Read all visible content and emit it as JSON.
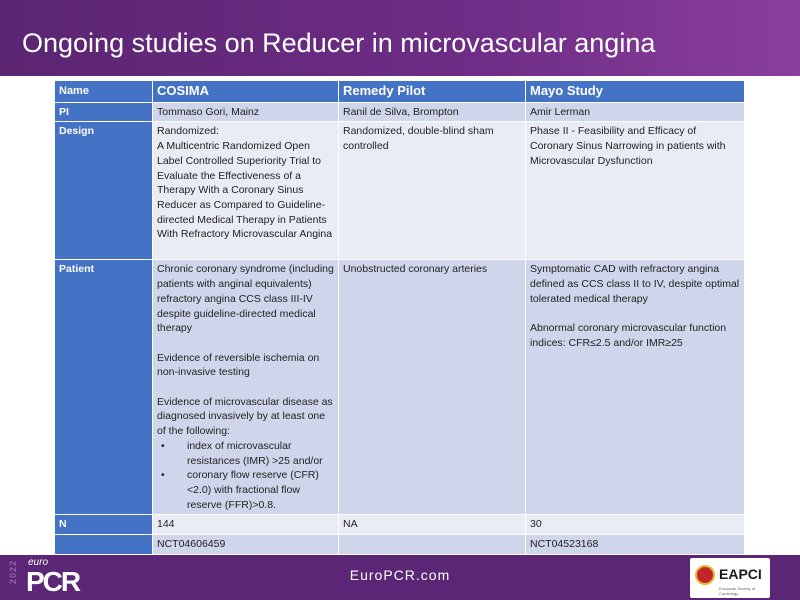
{
  "title": "Ongoing studies on Reducer in microvascular angina",
  "table": {
    "headers": [
      "Name",
      "COSIMA",
      "Remedy Pilot",
      "Mayo Study"
    ],
    "pi": {
      "label": "PI",
      "values": [
        "Tommaso Gori, Mainz",
        "Ranil de Silva, Brompton",
        "Amir Lerman"
      ]
    },
    "design": {
      "label": "Design",
      "cosima_1": "Randomized:",
      "cosima_2": "A Multicentric Randomized Open Label Controlled Superiority Trial to Evaluate the Effectiveness of a Therapy With a Coronary Sinus Reducer as Compared to Guideline-directed Medical Therapy in Patients With Refractory Microvascular Angina",
      "remedy": "Randomized, double-blind sham controlled",
      "mayo": "Phase II - Feasibility and Efficacy of Coronary Sinus Narrowing in patients with Microvascular Dysfunction"
    },
    "patient": {
      "label": "Patient",
      "cosima_1": "Chronic coronary syndrome (including patients with anginal equivalents) refractory angina CCS class III-IV despite guideline-directed medical therapy",
      "cosima_2": "Evidence of reversible ischemia on non-invasive testing",
      "cosima_3": "Evidence of microvascular disease as diagnosed invasively by at least one of the following:",
      "cosima_bullets": [
        "index of microvascular resistances (IMR) >25 and/or",
        "coronary flow reserve (CFR) <2.0) with fractional flow reserve (FFR)>0.8."
      ],
      "remedy": "Unobstructed coronary arteries",
      "mayo_1": "Symptomatic CAD with refractory angina defined as CCS class II to IV, despite optimal tolerated medical therapy",
      "mayo_2": "Abnormal coronary microvascular function indices: CFR≤2.5 and/or IMR≥25"
    },
    "n": {
      "label": "N",
      "values": [
        "144",
        "NA",
        "30"
      ]
    },
    "nct": {
      "label": "",
      "values": [
        "NCT04606459",
        "",
        "NCT04523168"
      ]
    }
  },
  "footer": {
    "year": "2022",
    "logo_euro": "euro",
    "logo_pcr": "PCR",
    "site": "EuroPCR.com",
    "eapci": "EAPCI",
    "esc": "European Society of Cardiology"
  },
  "colors": {
    "header": "#4472c4",
    "row_dark": "#cfd5ea",
    "row_light": "#e9ebf5",
    "footer": "#5b2676"
  }
}
